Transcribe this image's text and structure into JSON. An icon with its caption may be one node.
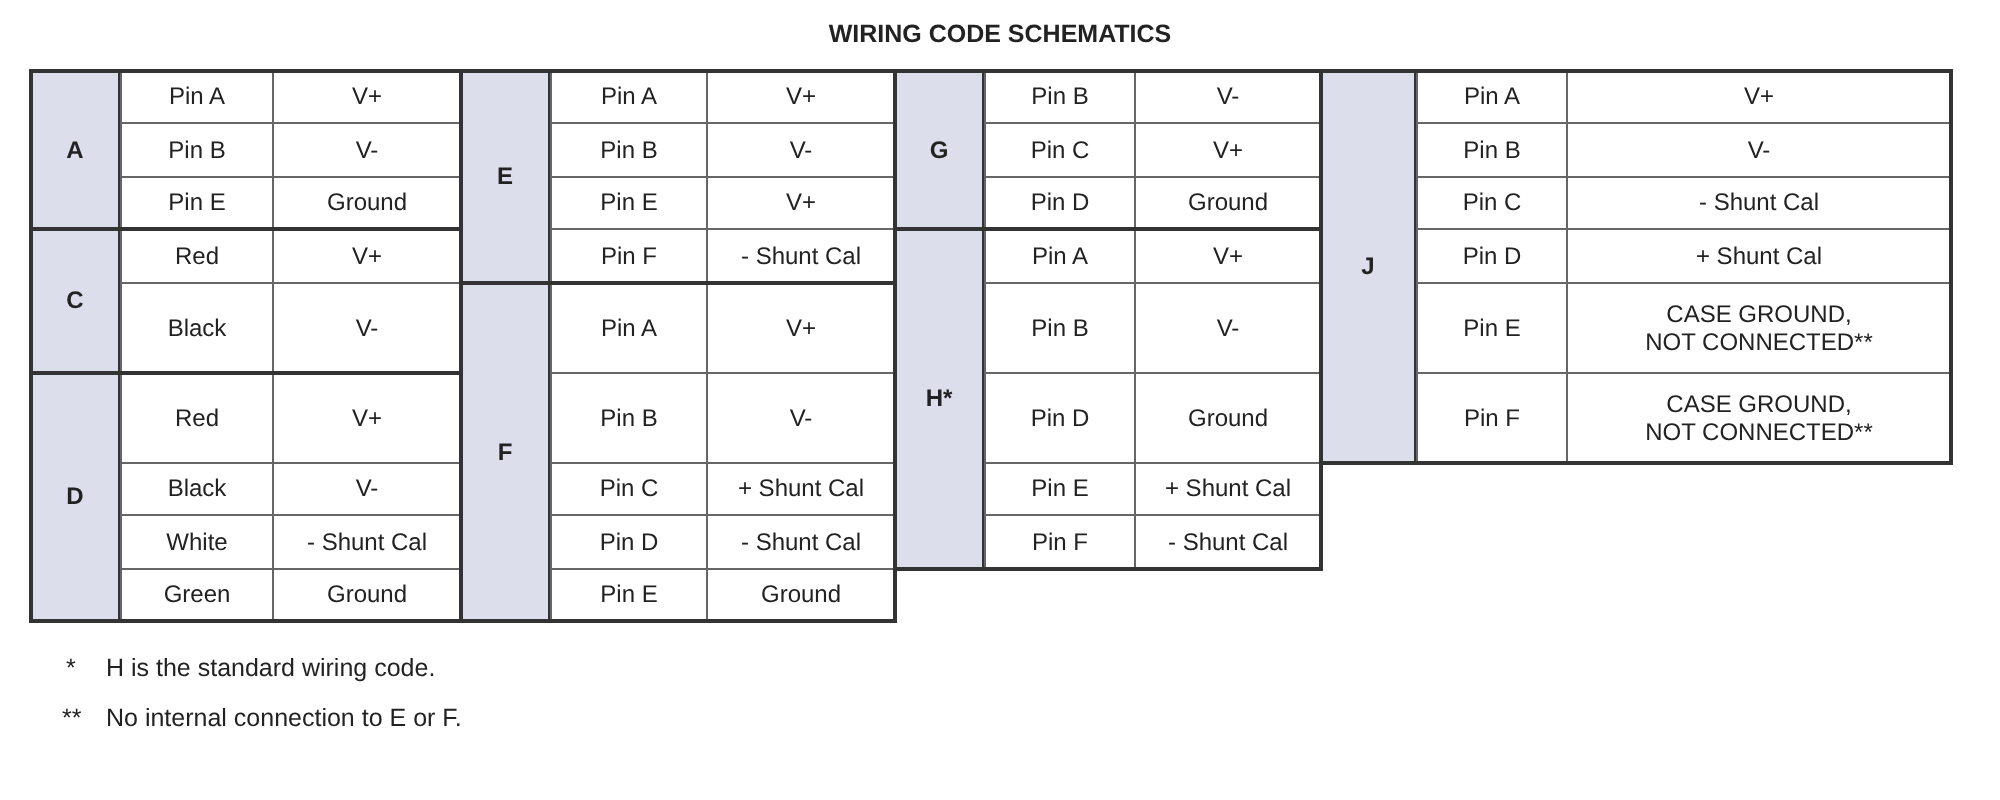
{
  "diagram": {
    "title": "WIRING CODE SCHEMATICS",
    "labels": [
      "A",
      "Pin A",
      "V+",
      "Pin B",
      "V-",
      "Pin E",
      "Ground",
      "C",
      "Red",
      "V+",
      "Black",
      "V-",
      "D",
      "Red",
      "V+",
      "Black",
      "V-",
      "White",
      "- Shunt Cal",
      "Green",
      "Ground",
      "E",
      "Pin A",
      "V+",
      "Pin B",
      "V-",
      "Pin E",
      "V+",
      "Pin F",
      "- Shunt Cal",
      "F",
      "Pin A",
      "V+",
      "Pin B",
      "V-",
      "Pin C",
      "+ Shunt Cal",
      "Pin D",
      "- Shunt Cal",
      "Pin E",
      "Ground",
      "G",
      "Pin B",
      "V-",
      "Pin C",
      "V+",
      "Pin D",
      "Ground",
      "H*",
      "Pin A",
      "V+",
      "Pin B",
      "V-",
      "Pin D",
      "Ground",
      "Pin E",
      "+ Shunt Cal",
      "Pin F",
      "- Shunt Cal",
      "J",
      "Pin A",
      "V+",
      "Pin B",
      "V-",
      "Pin C",
      "- Shunt Cal",
      "Pin D",
      "+ Shunt Cal",
      "Pin E",
      "CASE GROUND, NOT CONNECTED**",
      "Pin F",
      "CASE GROUND, NOT CONNECTED**",
      "*",
      "H is the standard wiring code.",
      "**",
      "No internal connection to E or F."
    ]
  }
}
